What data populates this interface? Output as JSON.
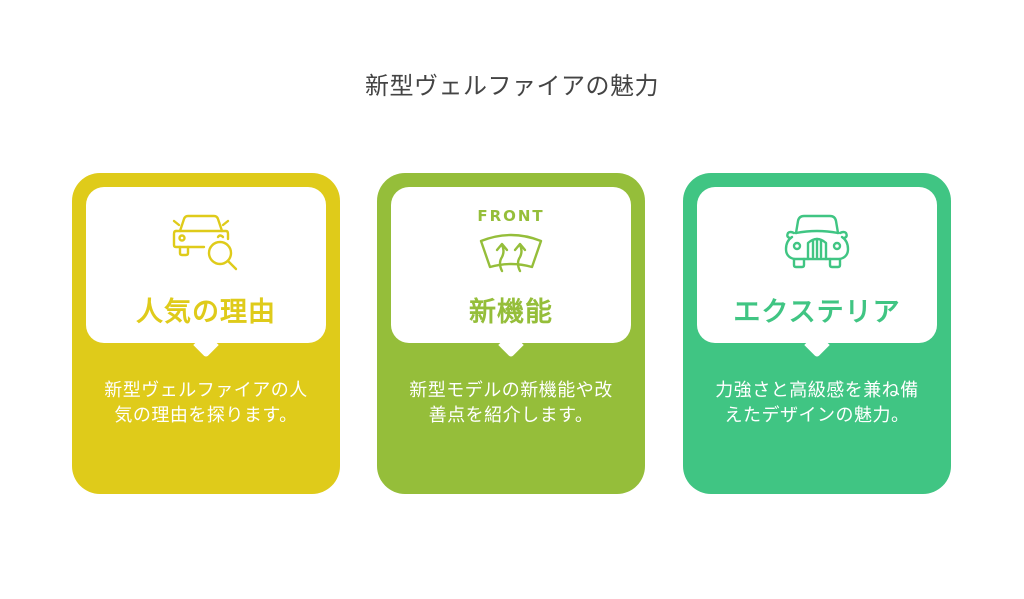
{
  "title": "新型ヴェルファイアの魅力",
  "colors": {
    "yellow": "#dfcb1a",
    "lime": "#95be3a",
    "green": "#40c583",
    "title_text": "#444444"
  },
  "cards": [
    {
      "icon": "car-search-icon",
      "heading": "人気の理由",
      "description": "新型ヴェルファイアの人気の理由を探ります。",
      "color": "#dfcb1a"
    },
    {
      "icon": "windshield-defrost-icon",
      "icon_label": "FRONT",
      "heading": "新機能",
      "description": "新型モデルの新機能や改善点を紹介します。",
      "color": "#95be3a"
    },
    {
      "icon": "classic-car-icon",
      "heading": "エクステリア",
      "description": "力強さと高級感を兼ね備えたデザインの魅力。",
      "color": "#40c583"
    }
  ]
}
